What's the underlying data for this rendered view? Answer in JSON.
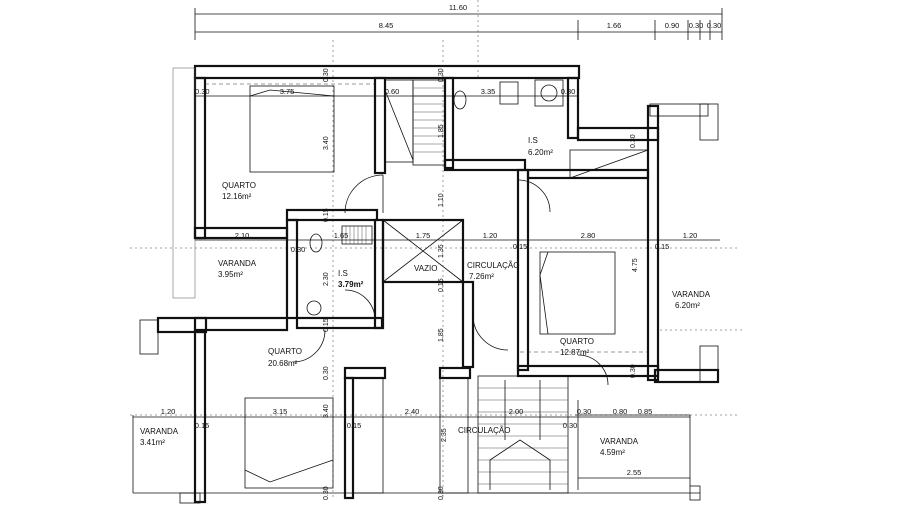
{
  "plan": {
    "rooms": {
      "quarto1": {
        "name": "QUARTO",
        "area": "12.16m²"
      },
      "varanda1": {
        "name": "VARANDA",
        "area": "3.95m²"
      },
      "is_small": {
        "name": "I.S",
        "area": "3.79m²"
      },
      "vazio": {
        "name": "VAZIO"
      },
      "circ": {
        "name": "CIRCULAÇÃO",
        "area": "7.26m²"
      },
      "is_big": {
        "name": "I.S",
        "area": "6.20m²"
      },
      "quarto2": {
        "name": "QUARTO",
        "area": "12.87m²"
      },
      "varanda2": {
        "name": "VARANDA",
        "area": "6.20m²"
      },
      "quarto3": {
        "name": "QUARTO",
        "area": "20.68m²"
      },
      "varanda3": {
        "name": "VARANDA",
        "area": "3.41m²"
      },
      "varanda4": {
        "name": "VARANDA",
        "area": "4.59m²"
      },
      "circ2": {
        "name": "CIRCULAÇÃO"
      }
    },
    "top_dims": {
      "total": "11.60",
      "d1": "8.45",
      "d2": "1.66",
      "d3": "0.90",
      "d4": "0.30",
      "d5": "0.30"
    },
    "dims": {
      "a": "0.30",
      "b": "3.75",
      "c": "0.60",
      "d": "3.35",
      "e": "0.30",
      "f": "3.40",
      "g": "1.85",
      "h": "0.30",
      "i": "1.10",
      "j": "0.30",
      "k": "2.10",
      "l": "0.30",
      "m": "1.65",
      "n": "1.75",
      "o": "1.20",
      "p": "0.15",
      "q": "2.80",
      "r": "1.20",
      "s": "0.15",
      "t": "4.75",
      "u": "2.30",
      "v": "1.35",
      "w": "0.15",
      "x": "0.15",
      "y": "0.30",
      "z": "0.15",
      "aa": "1.85",
      "ab": "0.30",
      "ac": "1.20",
      "ad": "0.15",
      "ae": "3.15",
      "af": "3.40",
      "ag": "0.15",
      "ah": "2.40",
      "ai": "2.35",
      "aj": "2.00",
      "ak": "0.30",
      "al": "0.80",
      "am": "0.85",
      "an": "0.30",
      "ao": "2.55",
      "ap": "0.30",
      "aq": "0.30",
      "ar": "0.30"
    }
  }
}
